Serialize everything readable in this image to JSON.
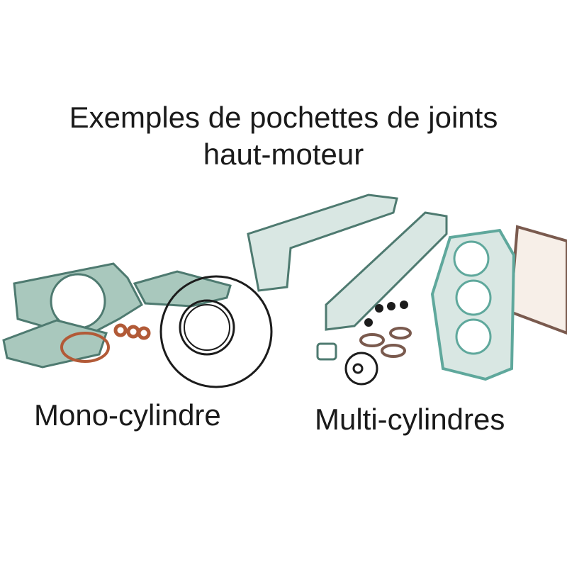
{
  "title": {
    "line1": "Exemples de pochettes de joints",
    "line2": "haut-moteur"
  },
  "labels": {
    "mono": "Mono-cylindre",
    "multi": "Multi-cylindres"
  },
  "colors": {
    "gasket_green": "#5fa89c",
    "gasket_dark": "#4e7a70",
    "copper": "#b25a37",
    "black_oring": "#1c1c1c",
    "head_gasket_dark": "#7a5a4e"
  }
}
